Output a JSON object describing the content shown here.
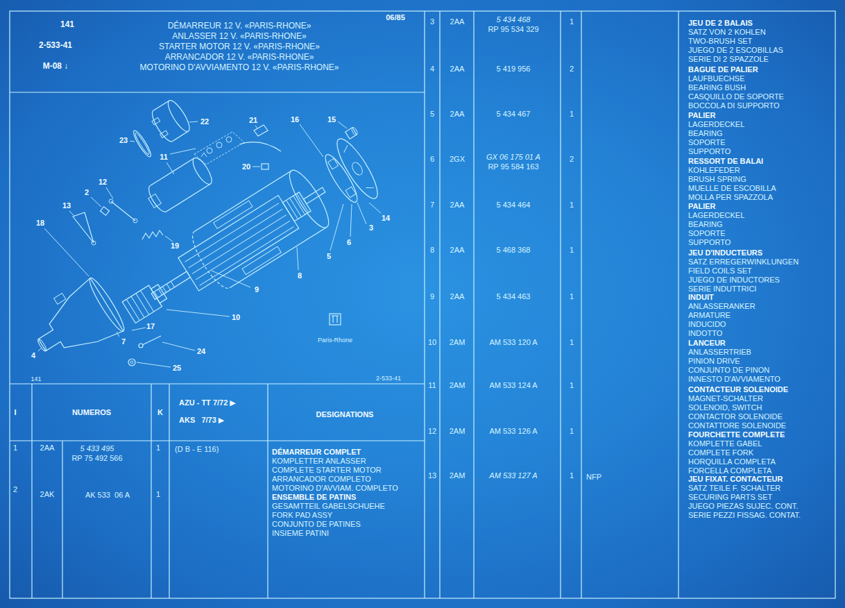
{
  "diagram": {
    "title": "DÉMARREUR 12 V. «PARIS-RHONE»",
    "labels": [
      "141",
      "2-533-41",
      "M-08 ↓",
      "06/85",
      "ANLASSER 12 V. «PARIS-RHONE»",
      "STARTER MOTOR 12 V. «PARIS-RHONE»",
      "ARRANCADOR 12 V. «PARIS-RHONE»",
      "MOTORINO D'AVVIAMENTO 12 V. «PARIS-RHONE»",
      "22",
      "23",
      "21",
      "16",
      "15",
      "11",
      "20",
      "12",
      "2",
      "13",
      "18",
      "14",
      "3",
      "6",
      "5",
      "19",
      "8",
      "9",
      "10",
      "17",
      "7",
      "24",
      "4",
      "25",
      "141",
      "2-533-41",
      "Paris-Rhone",
      "I",
      "NUMEROS",
      "K",
      "AZU - TT 7/72 ▶",
      "AKS   7/73 ▶",
      "DESIGNATIONS",
      "1",
      "2AA",
      "5 433 495",
      "RP 75 492 566",
      "1",
      "(D B - E 116)",
      "DÉMARREUR COMPLET",
      "KOMPLETTER ANLASSER",
      "COMPLETE STARTER MOTOR",
      "ARRANCADOR COMPLETO",
      "MOTORINO D'AVVIAM. COMPLETO",
      "ENSEMBLE DE PATINS",
      "GESAMTTEIL GABELSCHUEHE",
      "FORK PAD ASSY",
      "CONJUNTO DE PATINES",
      "INSIEME PATINI",
      "2",
      "2AK",
      "AK 533  06 A",
      "1",
      "3",
      "2AA",
      "5 434 468",
      "RP 95 534 329",
      "1",
      "JEU DE 2 BALAIS",
      "SATZ VON 2 KOHLEN",
      "TWO-BRUSH SET",
      "JUEGO DE 2 ESCOBILLAS",
      "SERIE DI 2 SPAZZOLE",
      "4",
      "2AA",
      "5 419 956",
      "2",
      "BAGUE DE PALIER",
      "LAUFBUECHSE",
      "BEARING BUSH",
      "CASQUILLO DE SOPORTE",
      "BOCCOLA DI SUPPORTO",
      "5",
      "2AA",
      "5 434 467",
      "1",
      "PALIER",
      "LAGERDECKEL",
      "BEARING",
      "SOPORTE",
      "SUPPORTO",
      "6",
      "2GX",
      "GX 06 175 01 A",
      "RP 95 584 163",
      "2",
      "RESSORT DE BALAI",
      "KOHLEFEDER",
      "BRUSH SPRING",
      "MUELLE DE ESCOBILLA",
      "MOLLA PER SPAZZOLA",
      "7",
      "2AA",
      "5 434 464",
      "1",
      "PALIER",
      "LAGERDECKEL",
      "BEARING",
      "SOPORTE",
      "SUPPORTO",
      "8",
      "2AA",
      "5 468 368",
      "1",
      "JEU D'INDUCTEURS",
      "SATZ ERREGERWINKLUNGEN",
      "FIELD COILS SET",
      "JUEGO DE INDUCTORES",
      "SERIE INDUTTRICI",
      "9",
      "2AA",
      "5 434 463",
      "1",
      "INDUIT",
      "ANLASSERANKER",
      "ARMATURE",
      "INDUCIDO",
      "INDOTTO",
      "10",
      "2AM",
      "AM 533 120 A",
      "1",
      "LANCEUR",
      "ANLASSERTRIEB",
      "PINION DRIVE",
      "CONJUNTO DE PINON",
      "INNESTO D'AVVIAMENTO",
      "11",
      "2AM",
      "AM 533 124 A",
      "1",
      "CONTACTEUR SOLENOIDE",
      "MAGNET-SCHALTER",
      "SOLENOID, SWITCH",
      "CONTACTOR SOLENOIDE",
      "CONTATTORE SOLENOIDE",
      "12",
      "2AM",
      "AM 533 126 A",
      "1",
      "FOURCHETTE COMPLETE",
      "KOMPLETTE GABEL",
      "COMPLETE FORK",
      "HORQUILLA COMPLETA",
      "FORCELLA COMPLETA",
      "13",
      "2AM",
      "AM 533 127 A",
      "1",
      "NFP",
      "JEU FIXAT. CONTACTEUR",
      "SATZ TEILE F. SCHALTER",
      "SECURING PARTS SET",
      "JUEGO PIEZAS SUJEC. CONT.",
      "SERIE PEZZI FISSAG. CONTAT."
    ]
  }
}
